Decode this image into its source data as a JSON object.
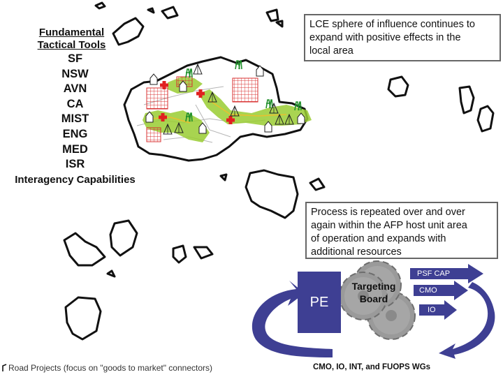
{
  "tools": {
    "header_1": "Fundamental",
    "header_2": "Tactical Tools",
    "items": [
      "SF",
      "NSW",
      "AVN",
      "CA",
      "MIST",
      "ENG",
      "MED",
      "ISR"
    ],
    "footer": "Interagency Capabilities"
  },
  "callouts": {
    "top_lines": [
      "LCE sphere of influence continues to",
      "expand with positive effects in the",
      "local area"
    ],
    "middle_lines": [
      "Process is repeated over and over",
      "again within the AFP host unit area",
      "of operation and expands with",
      "additional resources"
    ]
  },
  "process": {
    "pe_label": "PE",
    "gear_label_1": "Targeting",
    "gear_label_2": "Board",
    "arrows": [
      "PSF CAP",
      "CMO",
      "IO"
    ]
  },
  "legend": {
    "road_projects": "Road Projects (focus on \"goods to market\" connectors)"
  },
  "working_groups": "CMO, IO, INT, and FUOPS WGs",
  "colors": {
    "process_blue": "#3e3f93",
    "influence_green": "#9acd32",
    "marker_red": "#e02020",
    "grid_red": "#d83030",
    "gear_gray": "#9a9a9a",
    "island_outline": "#111111"
  }
}
